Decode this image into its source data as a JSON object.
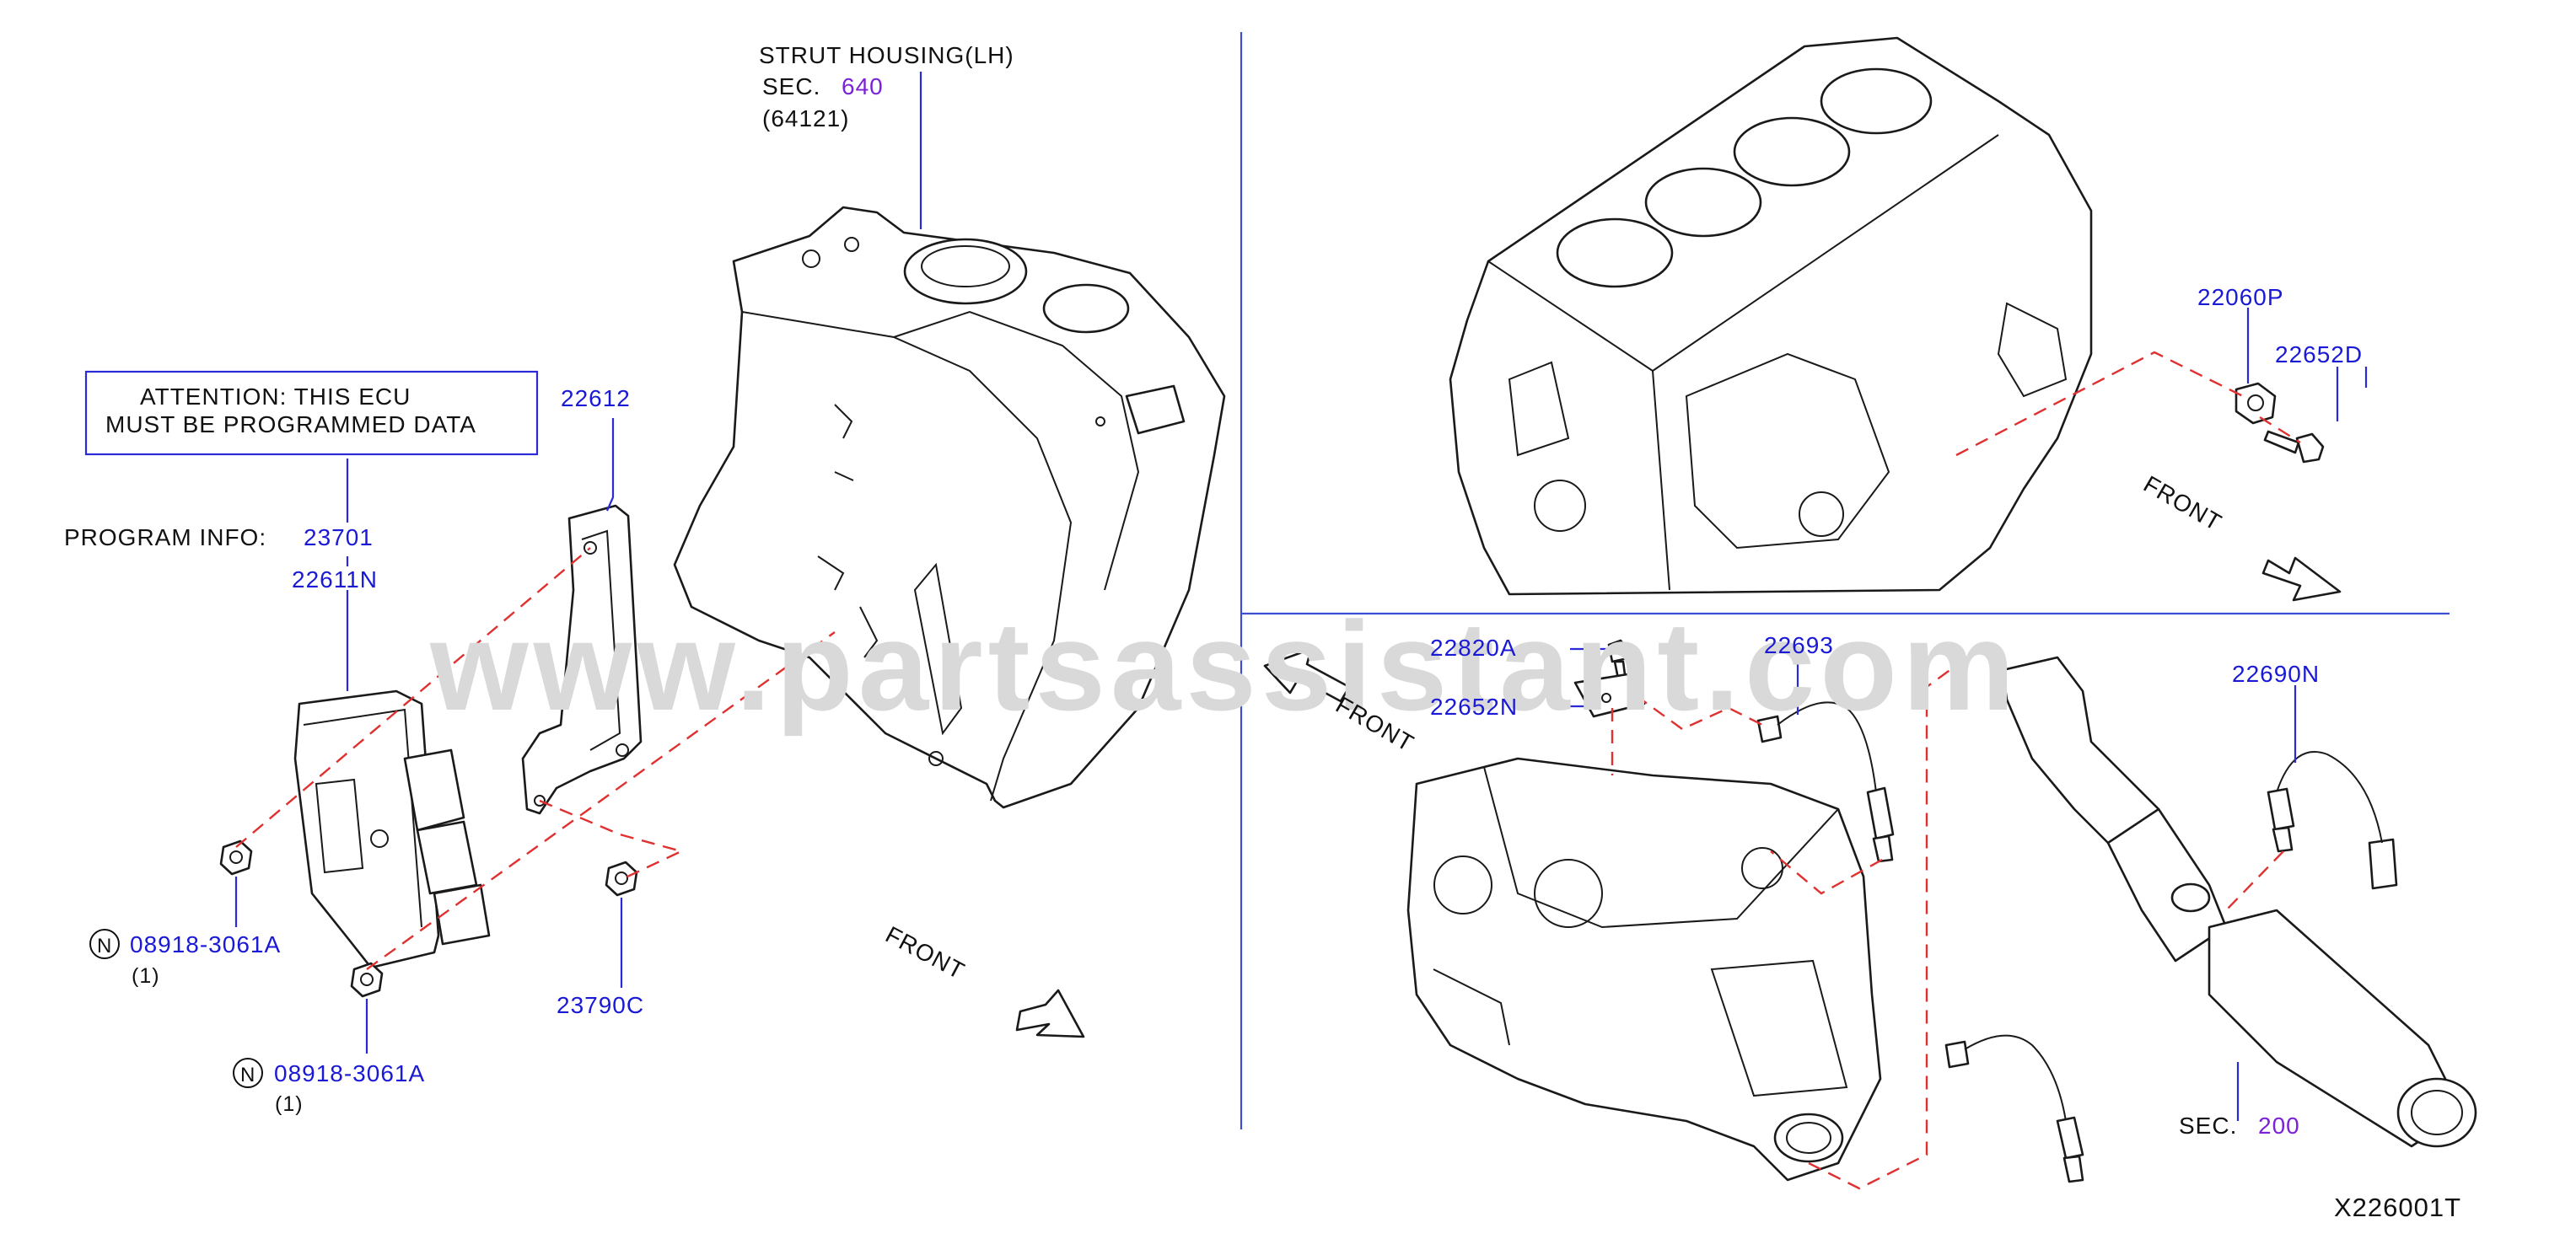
{
  "notes": {
    "attention_line1": "ATTENTION:  THIS  ECU",
    "attention_line2": "MUST  BE  PROGRAMMED  DATA",
    "program_info_label": "PROGRAM  INFO:",
    "strut_housing": "STRUT   HOUSING(LH)",
    "sec_prefix": "SEC.",
    "strut_sec_number": "640",
    "strut_sub_number": "(64121)",
    "exhaust_sec_number": "200",
    "front_label": "FRONT",
    "qty_one": "(1)",
    "n_badge": "N",
    "diagram_code": "X226001T",
    "watermark": "www.partsassistant.com"
  },
  "parts": {
    "ecm_bracket": "22612",
    "program_info_code": "23701",
    "ecm_unit": "22611N",
    "nut_1": "08918-3061A",
    "nut_2": "08918-3061A",
    "nut_bracket": "23790C",
    "knock_sensor": "22060P",
    "knock_bolt": "22652D",
    "bolt_upper": "22820A",
    "bracket_upper": "22652N",
    "o2_sensor_upper": "22693",
    "o2_sensor_rear": "22690N"
  },
  "colors": {
    "part_number": "#1a1ad6",
    "section_ref": "#7b22d8",
    "dashed_line": "#e03030",
    "divider": "#3b4fd0"
  }
}
